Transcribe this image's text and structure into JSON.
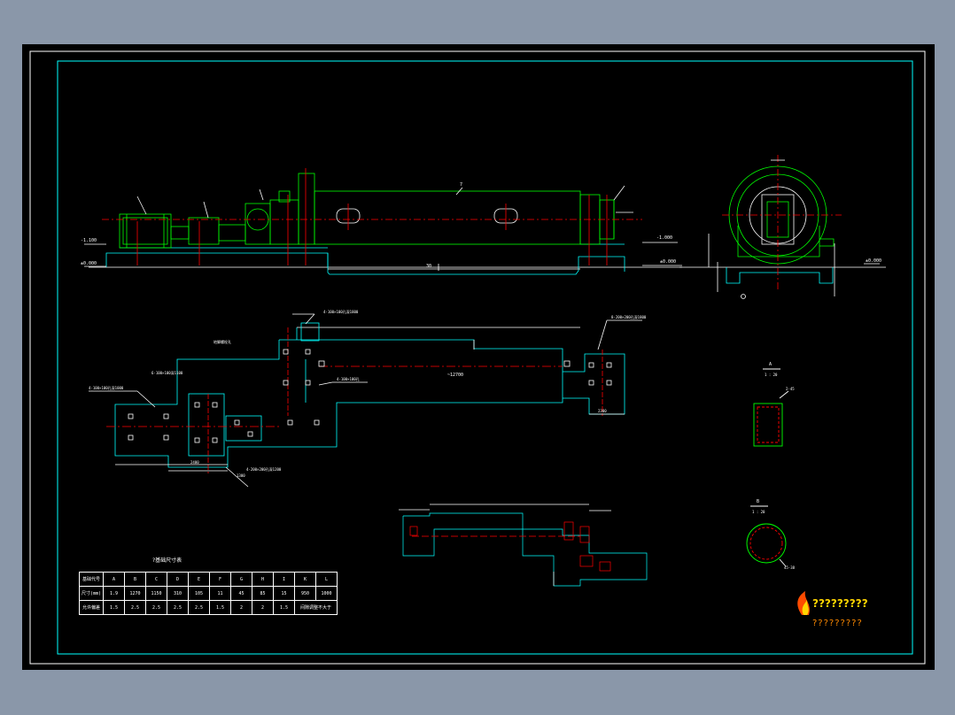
{
  "drawing": {
    "colors": {
      "background": "#000000",
      "frame": "#ffffff",
      "border": "#00ffff",
      "machine": "#00ff00",
      "centerline": "#ff0000",
      "dimension": "#ffffff",
      "viewport": "#8a97a9"
    },
    "table": {
      "title": "?基础尺寸表",
      "header_row": [
        "基础代号",
        "A",
        "B",
        "C",
        "D",
        "E",
        "F",
        "G",
        "H",
        "I",
        "K",
        "L"
      ],
      "rows": [
        [
          "尺寸(mm)",
          "1.9",
          "1270",
          "1150",
          "310",
          "105",
          "11",
          "45",
          "85",
          "15",
          "950",
          "1000"
        ],
        [
          "允许偏差",
          "1.5",
          "2.5",
          "2.5",
          "2.5",
          "2.5",
          "1.5",
          "2",
          "2",
          "1.5",
          "间隙调整不大于"
        ]
      ]
    },
    "section_labels": {
      "section_a": "A",
      "section_a_scale": "1 : 20",
      "section_b": "B",
      "section_b_scale": "1 : 20",
      "section_a_note": "2-45",
      "section_b_note": "45-38"
    },
    "elevation_labels": {
      "left_level": "-1.100",
      "left_floor": "±0.000",
      "right_level": "-1.000",
      "right_floor": "±0.000",
      "end_floor": "±0.000",
      "mid_dim": "30",
      "top_part": "7"
    },
    "plan_labels": {
      "note1": "4-100×100孔深1000",
      "note2": "6-100×100深1100",
      "note3": "地脚螺栓孔",
      "note4": "4-100×100孔",
      "note5": "4-100×100孔深1800",
      "note6": "8-200×200孔深1800",
      "note7": "4-200×200孔深1200",
      "length": "~12700",
      "dim_left": "2400",
      "dim_bottom": "1300",
      "dim_bottom2": "2300"
    },
    "logo": {
      "text": "?????????",
      "subtext": "?????????"
    }
  }
}
